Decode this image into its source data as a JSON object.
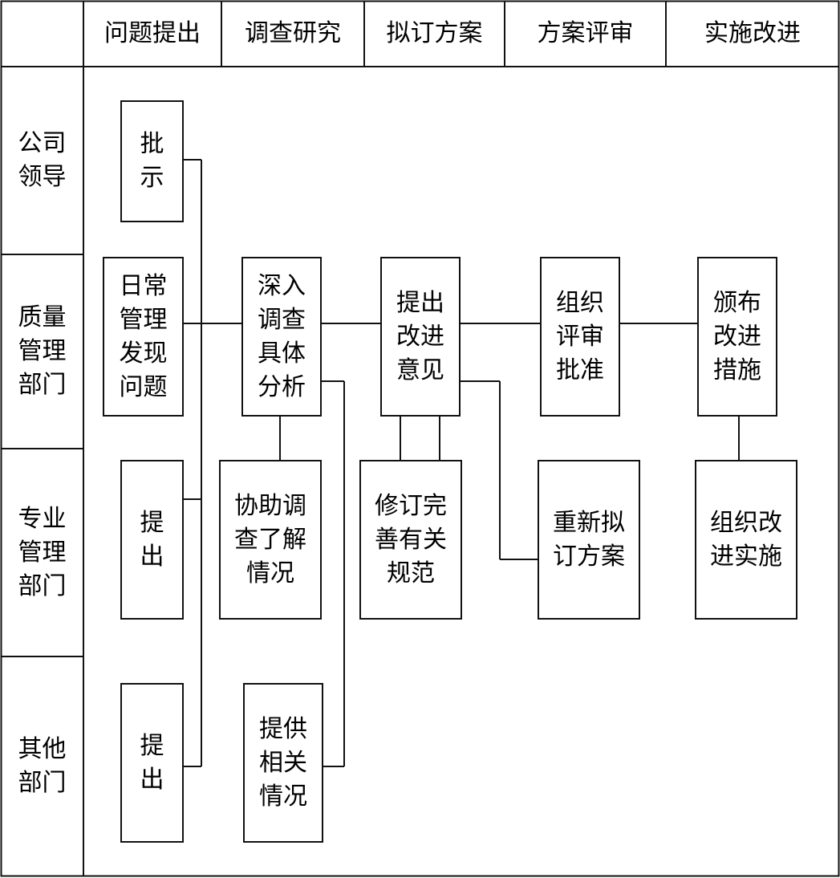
{
  "phases": [
    "问题提出",
    "调查研究",
    "拟订方案",
    "方案评审",
    "实施改进"
  ],
  "departments": [
    "公司\n领导",
    "质量\n管理\n部门",
    "专业\n管理\n部门",
    "其他\n部门"
  ],
  "nodes": {
    "instruct": "批\n示",
    "find_problem": "日常\n管理\n发现\n问题",
    "raise_specialist": "提\n出",
    "raise_other": "提\n出",
    "investigate": "深入\n调查\n具体\n分析",
    "assist_investigation": "协助调\n查了解\n情况",
    "provide_info": "提供\n相关\n情况",
    "propose_improvement": "提出\n改进\n意见",
    "revise_standards": "修订完\n善有关\n规范",
    "redraft_plan": "重新拟\n订方案",
    "review_approve": "组织\n评审\n批准",
    "issue_measures": "颁布\n改进\n措施",
    "organize_implementation": "组织改\n进实施"
  },
  "colors": {
    "line": "#111111",
    "background": "#ffffff",
    "text": "#000000"
  }
}
